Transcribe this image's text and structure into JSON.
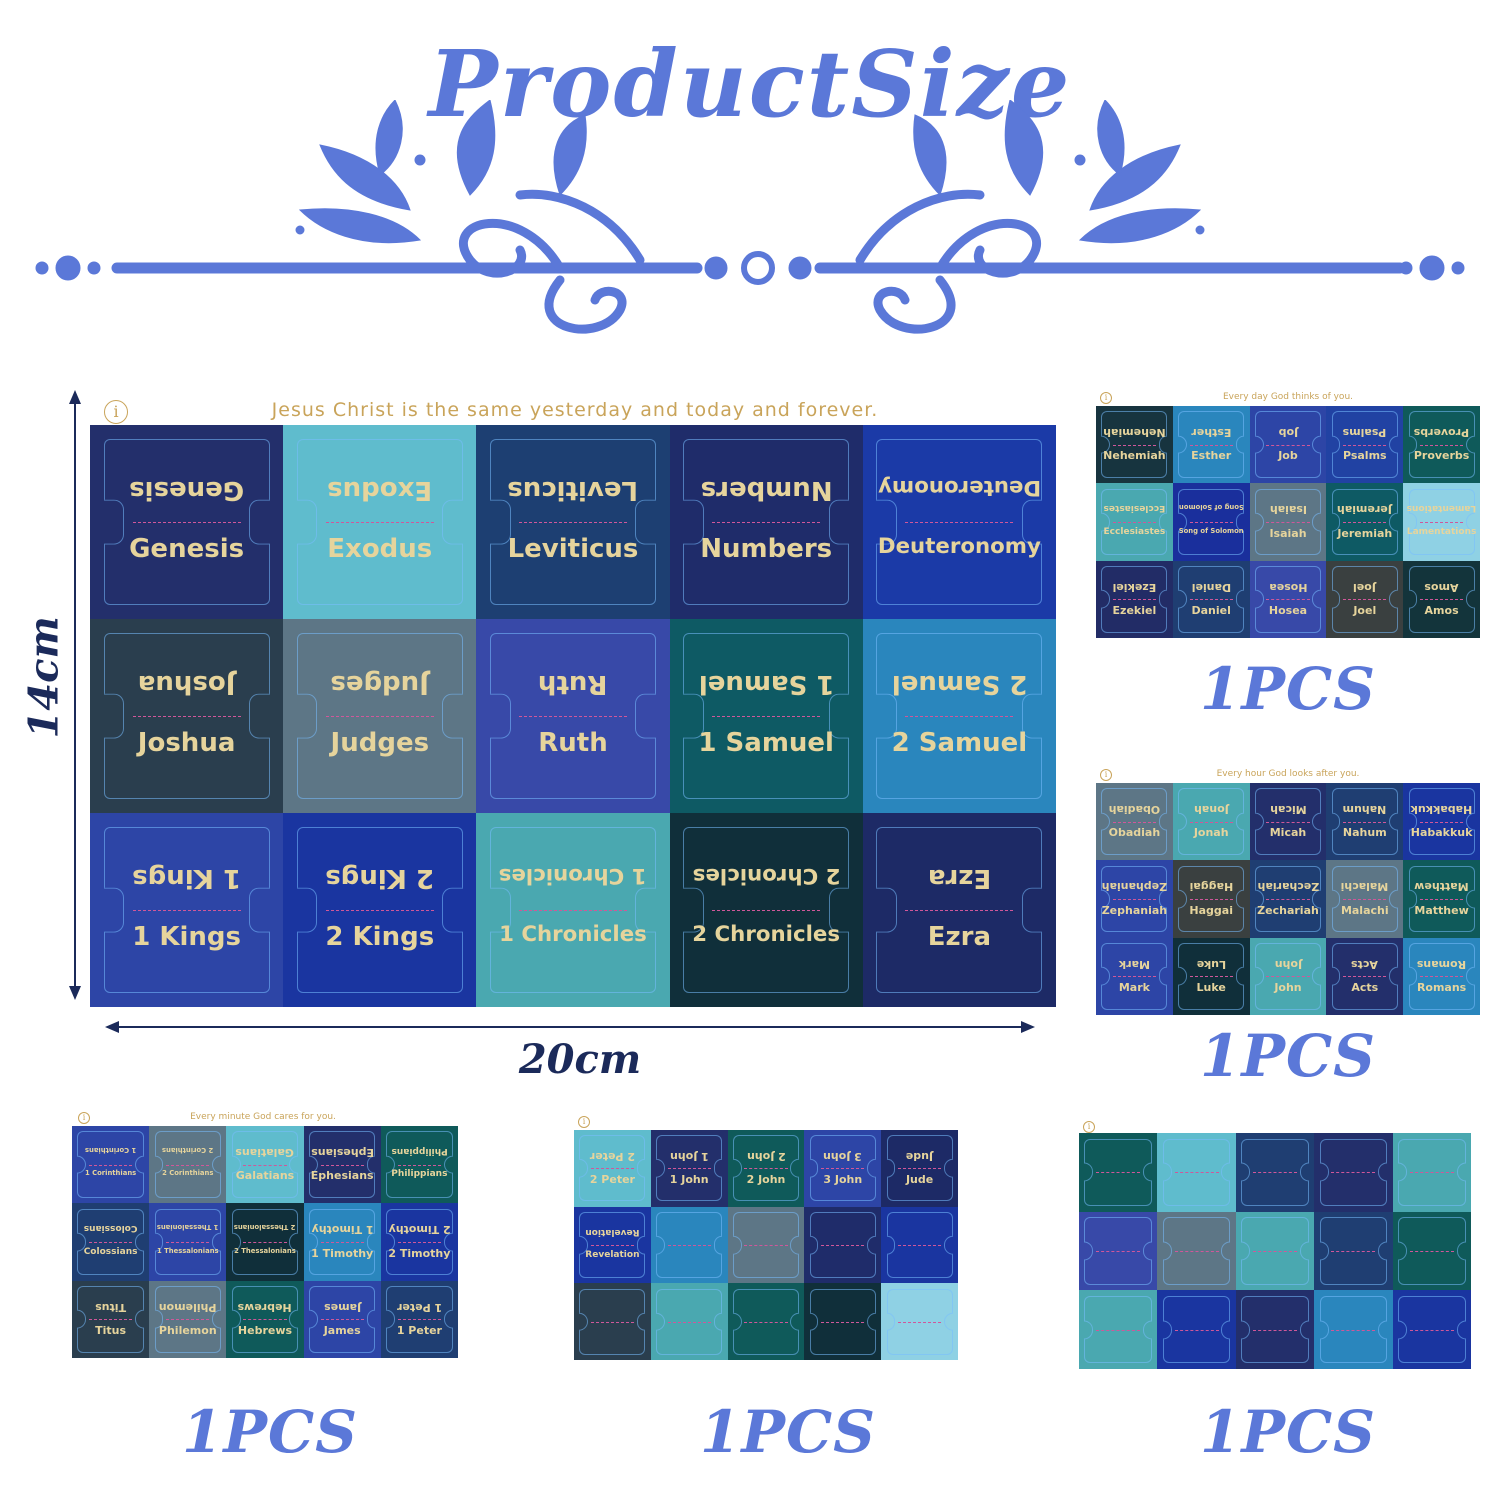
{
  "title": "ProductSize",
  "colors": {
    "accent": "#5b78d8",
    "gold_text": "#e6d49c",
    "dimension": "#1b2a5a"
  },
  "dimensions": {
    "height": "14cm",
    "width": "20cm"
  },
  "main_sheet": {
    "info_icon": "i",
    "caption": "Jesus Christ is the same yesterday and today and forever.",
    "cells": [
      {
        "label": "Genesis",
        "color": "#232f6b"
      },
      {
        "label": "Exodus",
        "color": "#5fbccd"
      },
      {
        "label": "Leviticus",
        "color": "#1d3f72"
      },
      {
        "label": "Numbers",
        "color": "#1f2c6a"
      },
      {
        "label": "Deuteronomy",
        "color": "#1b3aa7"
      },
      {
        "label": "Joshua",
        "color": "#2a3e4e"
      },
      {
        "label": "Judges",
        "color": "#5d7686"
      },
      {
        "label": "Ruth",
        "color": "#3849a8"
      },
      {
        "label": "1 Samuel",
        "color": "#0e5a64"
      },
      {
        "label": "2 Samuel",
        "color": "#2a86bd"
      },
      {
        "label": "1 Kings",
        "color": "#2d45a6"
      },
      {
        "label": "2 Kings",
        "color": "#1a35a0"
      },
      {
        "label": "1 Chronicles",
        "color": "#4aa8b0"
      },
      {
        "label": "2 Chronicles",
        "color": "#102f3a"
      },
      {
        "label": "Ezra",
        "color": "#1d2a66"
      }
    ]
  },
  "sheets": [
    {
      "caption": "Every day God thinks of you.",
      "info_icon": "i",
      "quantity": "1PCS",
      "cells": [
        {
          "label": "Nehemiah",
          "color": "#17343f"
        },
        {
          "label": "Esther",
          "color": "#2a86bd"
        },
        {
          "label": "Job",
          "color": "#2d45a6"
        },
        {
          "label": "Psalms",
          "color": "#2142a3"
        },
        {
          "label": "Proverbs",
          "color": "#0f5a5a"
        },
        {
          "label": "Ecclesiastes",
          "color": "#4aa8b0"
        },
        {
          "label": "Song of Solomon",
          "color": "#1a2f9c"
        },
        {
          "label": "Isaiah",
          "color": "#5d7686"
        },
        {
          "label": "Jeremiah",
          "color": "#0e5a64"
        },
        {
          "label": "Lamentations",
          "color": "#8fd1e4"
        },
        {
          "label": "Ezekiel",
          "color": "#222c66"
        },
        {
          "label": "Daniel",
          "color": "#1f3e72"
        },
        {
          "label": "Hosea",
          "color": "#3849a8"
        },
        {
          "label": "Joel",
          "color": "#3a4040"
        },
        {
          "label": "Amos",
          "color": "#13343b"
        }
      ]
    },
    {
      "caption": "Every hour God looks after you.",
      "info_icon": "i",
      "quantity": "1PCS",
      "cells": [
        {
          "label": "Obadiah",
          "color": "#5d7686"
        },
        {
          "label": "Jonah",
          "color": "#4aa8b0"
        },
        {
          "label": "Micah",
          "color": "#232f6b"
        },
        {
          "label": "Nahum",
          "color": "#1f3e72"
        },
        {
          "label": "Habakkuk",
          "color": "#1a35a0"
        },
        {
          "label": "Zephaniah",
          "color": "#2d45a6"
        },
        {
          "label": "Haggai",
          "color": "#3a4040"
        },
        {
          "label": "Zechariah",
          "color": "#1f3e72"
        },
        {
          "label": "Malachi",
          "color": "#5d7686"
        },
        {
          "label": "Matthew",
          "color": "#0f5a5a"
        },
        {
          "label": "Mark",
          "color": "#2d45a6"
        },
        {
          "label": "Luke",
          "color": "#102f3a"
        },
        {
          "label": "John",
          "color": "#4aa8b0"
        },
        {
          "label": "Acts",
          "color": "#232f6b"
        },
        {
          "label": "Romans",
          "color": "#2a86bd"
        }
      ]
    },
    {
      "caption": "Every minute God cares for you.",
      "info_icon": "i",
      "quantity": "1PCS",
      "cells": [
        {
          "label": "1 Corinthians",
          "color": "#2d45a6"
        },
        {
          "label": "2 Corinthians",
          "color": "#5d7686"
        },
        {
          "label": "Galatians",
          "color": "#5fbccd"
        },
        {
          "label": "Ephesians",
          "color": "#232f6b"
        },
        {
          "label": "Philippians",
          "color": "#0f5a5a"
        },
        {
          "label": "Colossians",
          "color": "#1f3e72"
        },
        {
          "label": "1 Thessalonians",
          "color": "#2d45a6"
        },
        {
          "label": "2 Thessalonians",
          "color": "#102f3a"
        },
        {
          "label": "1 Timothy",
          "color": "#2a86bd"
        },
        {
          "label": "2 Timothy",
          "color": "#1a35a0"
        },
        {
          "label": "Titus",
          "color": "#2a3e4e"
        },
        {
          "label": "Philemon",
          "color": "#5d7686"
        },
        {
          "label": "Hebrews",
          "color": "#0f5a5a"
        },
        {
          "label": "James",
          "color": "#2d45a6"
        },
        {
          "label": "1 Peter",
          "color": "#1f3e72"
        }
      ]
    },
    {
      "caption": "",
      "info_icon": "i",
      "quantity": "1PCS",
      "cells": [
        {
          "label": "2 Peter",
          "color": "#5fbccd"
        },
        {
          "label": "1 John",
          "color": "#232f6b"
        },
        {
          "label": "2 John",
          "color": "#0f5a5a"
        },
        {
          "label": "3 John",
          "color": "#2d45a6"
        },
        {
          "label": "Jude",
          "color": "#1d2a66"
        },
        {
          "label": "Revelation",
          "color": "#1a35a0"
        },
        {
          "label": "",
          "color": "#2a86bd"
        },
        {
          "label": "",
          "color": "#5d7686"
        },
        {
          "label": "",
          "color": "#1f2c6a"
        },
        {
          "label": "",
          "color": "#1a35a0"
        },
        {
          "label": "",
          "color": "#2a3e4e"
        },
        {
          "label": "",
          "color": "#4aa8b0"
        },
        {
          "label": "",
          "color": "#0f5a5a"
        },
        {
          "label": "",
          "color": "#102f3a"
        },
        {
          "label": "",
          "color": "#8fd1e4"
        }
      ]
    },
    {
      "caption": "",
      "info_icon": "i",
      "quantity": "1PCS",
      "cells": [
        {
          "label": "",
          "color": "#0f5a5a"
        },
        {
          "label": "",
          "color": "#5fbccd"
        },
        {
          "label": "",
          "color": "#1f3e72"
        },
        {
          "label": "",
          "color": "#232f6b"
        },
        {
          "label": "",
          "color": "#4aa8b0"
        },
        {
          "label": "",
          "color": "#3849a8"
        },
        {
          "label": "",
          "color": "#5d7686"
        },
        {
          "label": "",
          "color": "#4aa8b0"
        },
        {
          "label": "",
          "color": "#1f3e72"
        },
        {
          "label": "",
          "color": "#0f5a5a"
        },
        {
          "label": "",
          "color": "#4aa8b0"
        },
        {
          "label": "",
          "color": "#1a35a0"
        },
        {
          "label": "",
          "color": "#232f6b"
        },
        {
          "label": "",
          "color": "#2a86bd"
        },
        {
          "label": "",
          "color": "#1a35a0"
        }
      ]
    }
  ]
}
